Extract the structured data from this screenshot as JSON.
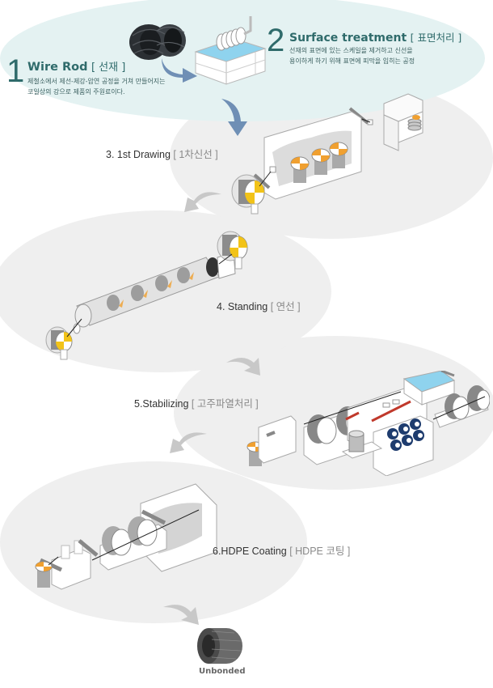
{
  "colors": {
    "teal_ellipse": "#e4f2f2",
    "gray_ellipse": "#efefef",
    "title_teal": "#2f6b6b",
    "arrow_blue": "#6f8fb5",
    "arrow_gray": "#c8c8c8",
    "spool_yellow": "#f2c318",
    "spool_orange": "#f0a030",
    "water_blue": "#8fd3ee",
    "heater_red": "#c0392b",
    "drum_navy": "#1e3c6e"
  },
  "steps": [
    {
      "number": "1",
      "title_en": "Wire Rod",
      "title_ko": "[ 선재 ]",
      "description": [
        "제철소에서 제선-제강-압연 공정을 거쳐 만들어지는",
        "코일상의 강으로 제품의 주원료이다."
      ],
      "icon": "wire-rod-coil-icon"
    },
    {
      "number": "2",
      "title_en": "Surface treatment",
      "title_ko": "[ 표면처리 ]",
      "description": [
        "선재의 표면에 있는 스케일을 제거하고 신선을",
        "용이하게 하기 위해 표면에 피막을 입히는 공정"
      ],
      "icon": "surface-treatment-tank-icon"
    },
    {
      "label_en": "3. 1st Drawing",
      "label_ko": "[ 1차신선 ]",
      "icon": "drawing-machine-icon"
    },
    {
      "label_en": "4. Standing",
      "label_ko": "[ 연선 ]",
      "icon": "stranding-machine-icon"
    },
    {
      "label_en": "5.Stabilizing",
      "label_ko": "[ 고주파열처리 ]",
      "icon": "stabilizing-line-icon"
    },
    {
      "label_en": "6.HDPE Coating",
      "label_ko": "[ HDPE  코팅 ]",
      "icon": "hdpe-coating-line-icon"
    }
  ],
  "product": {
    "label": "Unbonded",
    "icon": "strand-coil-icon"
  }
}
